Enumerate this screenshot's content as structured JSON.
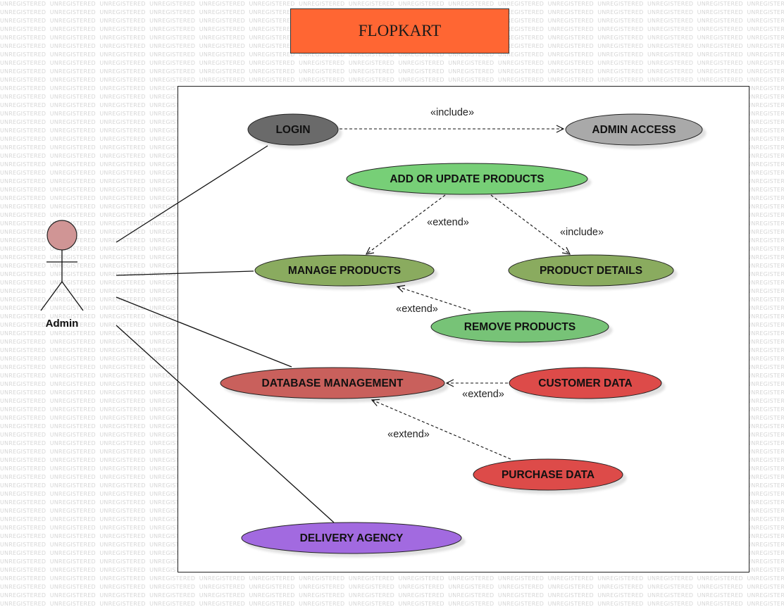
{
  "watermark_text": "UNREGISTERED",
  "title": "FLOPKART",
  "colors": {
    "title_bg": "#ff6633",
    "login": "#6b6b6b",
    "admin_access": "#a9a9a9",
    "light_green": "#77cf77",
    "olive_green": "#8aab5e",
    "db_mgmt": "#c9605c",
    "red_data": "#dd4b49",
    "delivery": "#a26be0",
    "actor_head": "#d09595"
  },
  "actor": {
    "label": "Admin"
  },
  "use_cases": {
    "login": "LOGIN",
    "admin_access": "ADMIN ACCESS",
    "add_update_products": "ADD OR UPDATE PRODUCTS",
    "manage_products": "MANAGE PRODUCTS",
    "product_details": "PRODUCT DETAILS",
    "remove_products": "REMOVE PRODUCTS",
    "database_management": "DATABASE MANAGEMENT",
    "customer_data": "CUSTOMER DATA",
    "purchase_data": "PURCHASE DATA",
    "delivery_agency": "DELIVERY AGENCY"
  },
  "relations": {
    "login_admin_access": "«include»",
    "add_to_manage": "«extend»",
    "add_to_details": "«include»",
    "remove_to_manage": "«extend»",
    "customer_to_db": "«extend»",
    "purchase_to_db": "«extend»"
  }
}
